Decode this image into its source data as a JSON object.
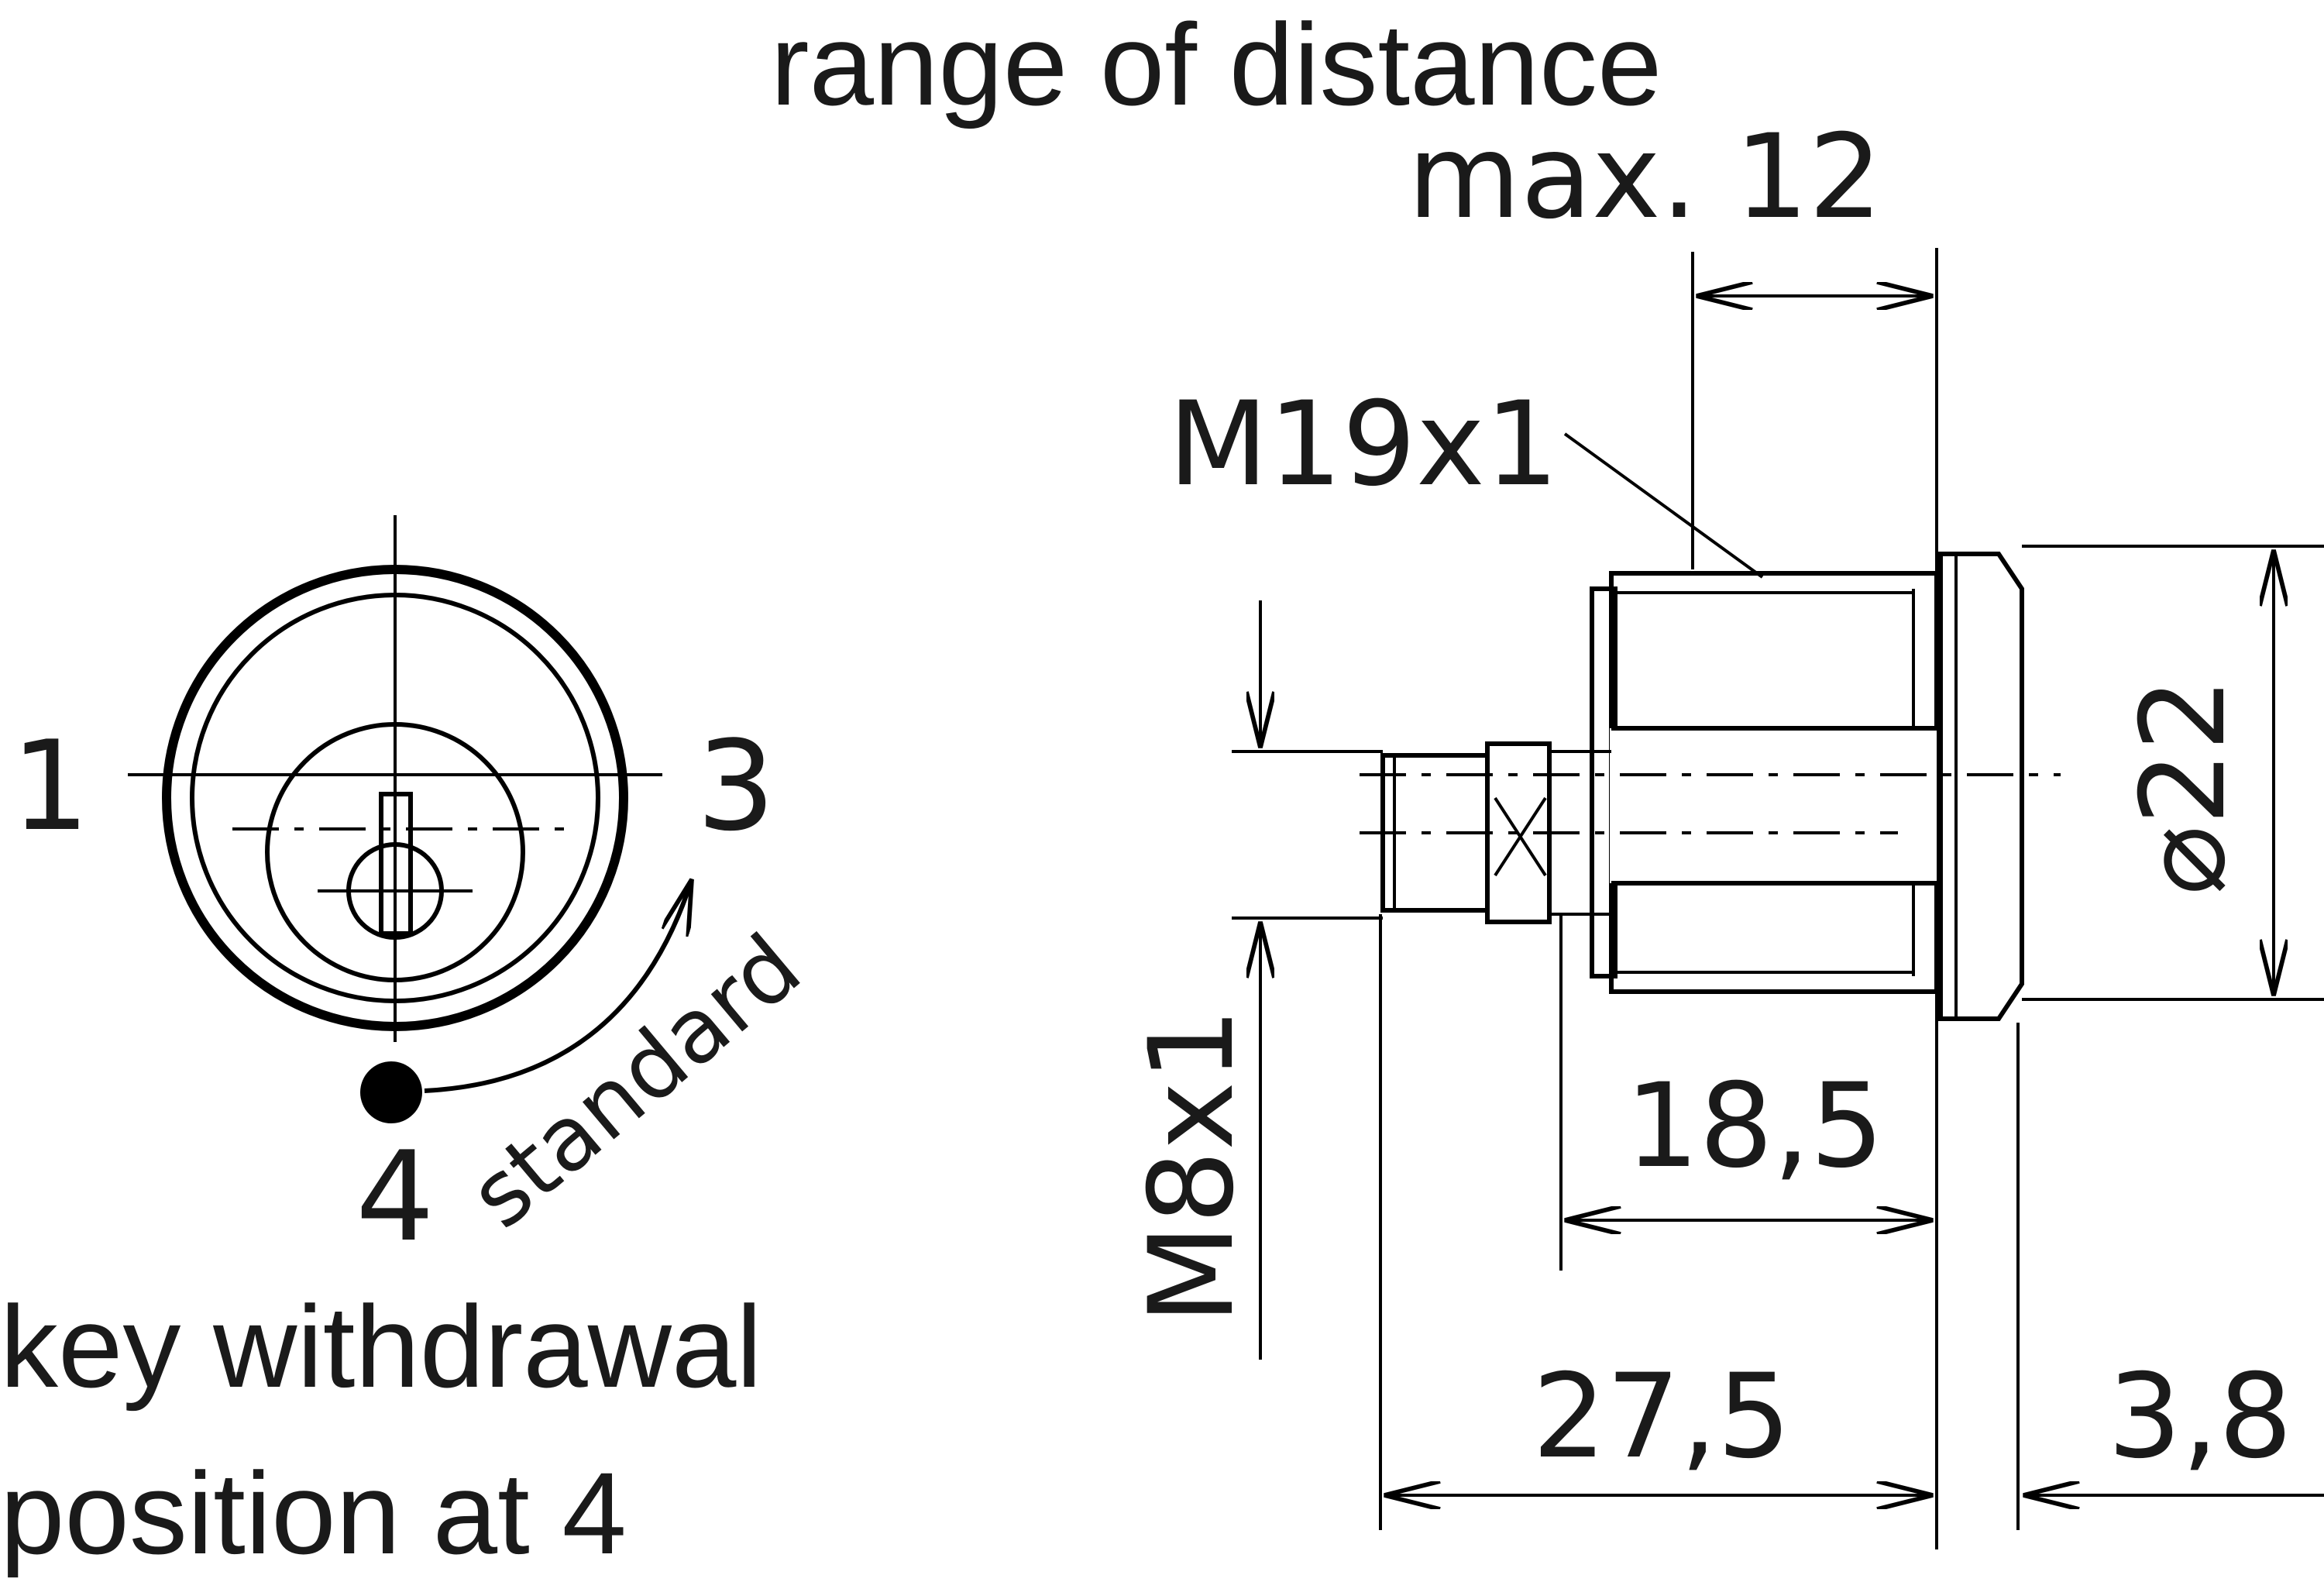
{
  "labels": {
    "range_of_distance": "range of distance",
    "max_12": "max. 12",
    "thread_m19": "M19x1",
    "thread_m8": "M8x1",
    "dim_diameter": "⌀22",
    "dim_18_5": "18,5",
    "dim_27_5": "27,5",
    "dim_3_8": "3,8",
    "pos_1": "1",
    "pos_3": "3",
    "pos_4": "4",
    "standard": "standard",
    "key_withdrawal_line1": "key withdrawal",
    "key_withdrawal_line2": "position at 4"
  }
}
